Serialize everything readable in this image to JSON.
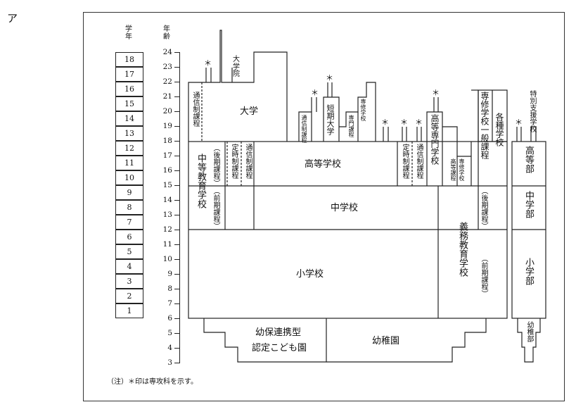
{
  "marker": "ア",
  "headers": {
    "grade": "学\n年",
    "age": "年\n齢"
  },
  "grades": [
    "18",
    "17",
    "16",
    "15",
    "14",
    "13",
    "12",
    "11",
    "10",
    "9",
    "8",
    "7",
    "6",
    "5",
    "4",
    "3",
    "2",
    "1"
  ],
  "ages": [
    "24",
    "23",
    "22",
    "21",
    "20",
    "19",
    "18",
    "17",
    "16",
    "15",
    "14",
    "13",
    "12",
    "11",
    "10",
    "9",
    "8",
    "7",
    "6",
    "5",
    "4",
    "3"
  ],
  "labels": {
    "university": "大学",
    "graduate": "大学院",
    "correspondence_univ": "通信制課程",
    "corr_univ2": "通信制課程",
    "junior_college": "短期大学",
    "specialized_upper": "専修学校",
    "specialized_course": "専門課程",
    "high_school": "高等学校",
    "part_time": "定時制課程",
    "correspondence_hs": "通信制課程",
    "part_time2": "定時制課程",
    "correspondence_hs2": "通信制課程",
    "secondary_school": "中等教育学校",
    "sec_later": "（後期課程）",
    "sec_early": "（前期課程）",
    "technical_college": "高等専門学校",
    "specialized_hs": "専修学校",
    "hs_course": "高等課程",
    "specialized_general": "専修学校一般課程",
    "misc_school": "各種学校",
    "junior_high": "中学校",
    "compulsory": "義務教育学校",
    "comp_later": "（後期課程）",
    "comp_early": "（前期課程）",
    "elementary": "小学校",
    "ecec_1": "幼保連携型",
    "ecec_2": "認定こども園",
    "kindergarten": "幼稚園",
    "special_support": "特別支援学校",
    "ss_high": "高等部",
    "ss_junior": "中学部",
    "ss_elem": "小学部",
    "ss_kinder": "幼稚部",
    "star": "＊",
    "note": "（注）＊印は専攻科を示す。"
  }
}
